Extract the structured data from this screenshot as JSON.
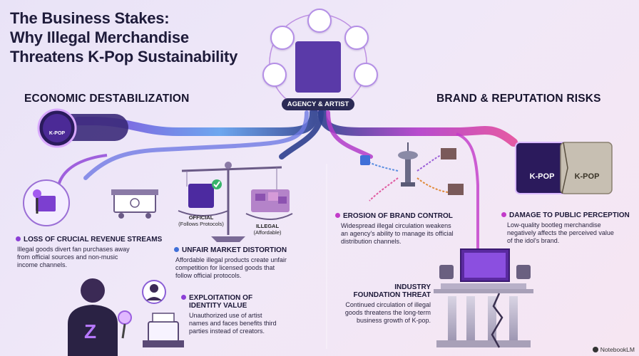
{
  "title": {
    "line1": "The Business Stakes:",
    "line2": "Why Illegal Merchandise",
    "line3": "Threatens K-Pop Sustainability"
  },
  "center": {
    "badge": "AGENCY & ARTIST"
  },
  "sections": {
    "left_heading": "ECONOMIC DESTABILIZATION",
    "right_heading": "BRAND & REPUTATION RISKS"
  },
  "icons": {
    "kpop_coin": "K-POP",
    "official_label": "OFFICIAL",
    "official_sub": "(Follows Protocols)",
    "illegal_label": "ILLEGAL",
    "illegal_sub": "(Affordable)",
    "brand_official": "K-POP",
    "brand_fake": "K-POP"
  },
  "items": {
    "loss": {
      "title": "LOSS OF CRUCIAL REVENUE STREAMS",
      "body": [
        "Illegal goods divert fan purchases away",
        "from official sources and non-music",
        "income channels."
      ]
    },
    "unfair": {
      "title": "UNFAIR MARKET DISTORTION",
      "body": [
        "Affordable illegal products create unfair",
        "competition for licensed goods that",
        "follow official protocols."
      ]
    },
    "exploit": {
      "title_line1": "EXPLOITATION OF",
      "title_line2": "IDENTITY VALUE",
      "body": [
        "Unauthorized use of artist",
        "names and faces benefits third",
        "parties instead of creators."
      ]
    },
    "erosion": {
      "title": "EROSION OF BRAND CONTROL",
      "body": [
        "Widespread illegal circulation weakens",
        "an agency's ability to manage its official",
        "distribution channels."
      ]
    },
    "damage": {
      "title": "DAMAGE TO PUBLIC PERCEPTION",
      "body": [
        "Low-quality bootleg merchandise",
        "negatively affects the perceived value",
        "of the idol's brand."
      ]
    },
    "foundation": {
      "title_line1": "INDUSTRY",
      "title_line2": "FOUNDATION THREAT",
      "body": [
        "Continued circulation of illegal",
        "goods threatens the long-term",
        "business growth of K-pop."
      ]
    }
  },
  "colors": {
    "accent_purple": "#8b3fd6",
    "accent_blue": "#3f6fd8",
    "accent_magenta": "#c23ac9",
    "dark_navy": "#2b2a55"
  },
  "footer": {
    "brand": "NotebookLM"
  }
}
